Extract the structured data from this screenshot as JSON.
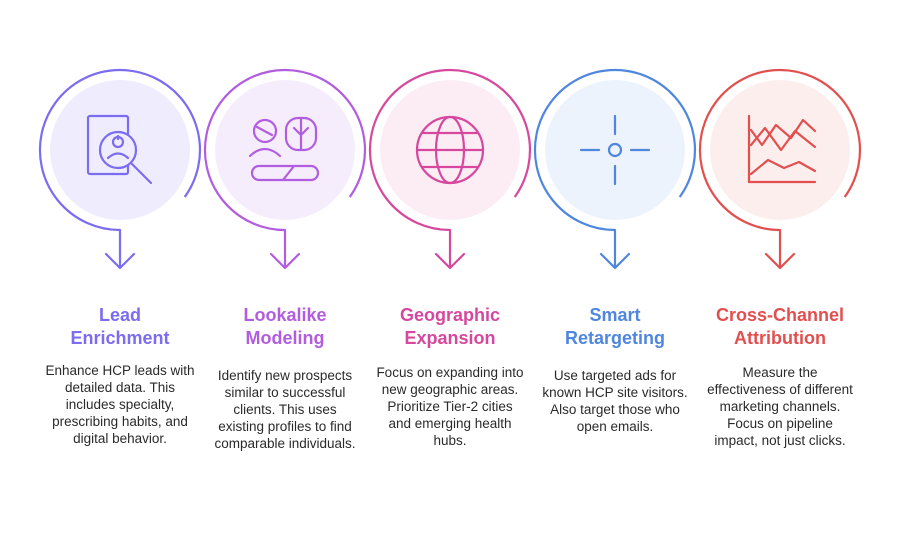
{
  "steps": [
    {
      "title_lines": [
        "Lead",
        "Enrichment"
      ],
      "description": "Enhance HCP leads with detailed data. This includes specialty, prescribing habits, and digital behavior.",
      "icon": "search-profile-icon",
      "color": "#7b6cf0",
      "fill": "#efedfd"
    },
    {
      "title_lines": [
        "Lookalike",
        "Modeling"
      ],
      "description": "Identify new prospects similar to successful clients. This uses existing profiles to find comparable individuals.",
      "icon": "lookalike-profiles-icon",
      "color": "#b25de0",
      "fill": "#f6edfc"
    },
    {
      "title_lines": [
        "Geographic",
        "Expansion"
      ],
      "description": "Focus on expanding into new geographic areas. Prioritize Tier-2 cities and emerging health hubs.",
      "icon": "globe-icon",
      "color": "#d6489e",
      "fill": "#fcedf5"
    },
    {
      "title_lines": [
        "Smart",
        "Retargeting"
      ],
      "description": "Use targeted ads for known HCP site visitors. Also target those who open emails.",
      "icon": "crosshair-icon",
      "color": "#4f86df",
      "fill": "#edf3fc"
    },
    {
      "title_lines": [
        "Cross-Channel",
        "Attribution"
      ],
      "description": "Measure the effectiveness of different marketing channels. Focus on pipeline impact, not just clicks.",
      "icon": "line-chart-icon",
      "color": "#e24f4f",
      "fill": "#fdeeee"
    }
  ]
}
